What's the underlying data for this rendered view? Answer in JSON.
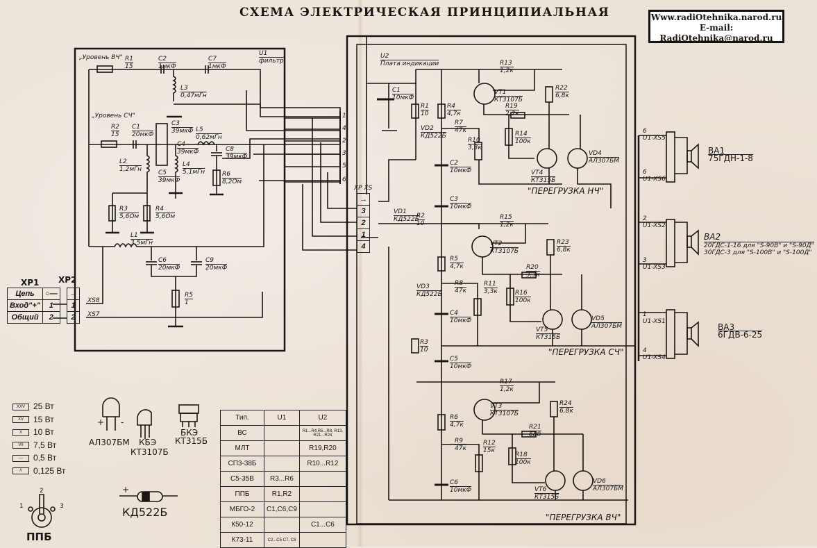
{
  "title": "СХЕМА ЭЛЕКТРИЧЕСКАЯ ПРИНЦИПИАЛЬНАЯ",
  "watermark": {
    "line1": "Www.radiOtehnika.narod.ru",
    "line2": "E-mail:",
    "line3": "RadiOtehnika@narod.ru"
  },
  "u1": {
    "name": "U1",
    "subtitle": "фильтр",
    "level_hf": "„Уровень ВЧ\"",
    "level_mf": "„Уровень СЧ\"",
    "pot_marks": {
      "p1": "1",
      "p2": "2",
      "p3": "3"
    },
    "components": [
      {
        "ref": "R1",
        "value": "15"
      },
      {
        "ref": "R2",
        "value": "15"
      },
      {
        "ref": "C2",
        "value": "1мкФ"
      },
      {
        "ref": "C7",
        "value": "1мкФ"
      },
      {
        "ref": "L3",
        "value": "0,47мГн"
      },
      {
        "ref": "C1",
        "value": "20мкФ"
      },
      {
        "ref": "C3",
        "value": "39мкФ"
      },
      {
        "ref": "C4",
        "value": "39мкФ"
      },
      {
        "ref": "C5",
        "value": "39мкФ"
      },
      {
        "ref": "L5",
        "value": "0,62мГн"
      },
      {
        "ref": "C8",
        "value": "39мкФ"
      },
      {
        "ref": "L2",
        "value": "1,2мГн"
      },
      {
        "ref": "L4",
        "value": "5,1мГн"
      },
      {
        "ref": "R6",
        "value": "8,2Ом"
      },
      {
        "ref": "R3",
        "value": "5,6Ом"
      },
      {
        "ref": "R4",
        "value": "5,6Ом"
      },
      {
        "ref": "L1",
        "value": "3,5мГн"
      },
      {
        "ref": "C6",
        "value": "20мкФ"
      },
      {
        "ref": "C9",
        "value": "20мкФ"
      },
      {
        "ref": "R5",
        "value": "1"
      }
    ],
    "out_pins": [
      "1",
      "4",
      "2",
      "3",
      "5",
      "6"
    ]
  },
  "xp1": {
    "name": "XP1",
    "rows": [
      {
        "label": "Цепь",
        "pin": "○—"
      },
      {
        "label": "Вход\"+\"",
        "pin": "1"
      },
      {
        "label": "Общий",
        "pin": "2"
      }
    ]
  },
  "xp2": {
    "name": "XP2",
    "pins": [
      "→",
      "1",
      "2"
    ],
    "xs8": "XS8",
    "xs7": "XS7"
  },
  "u2": {
    "name": "U2",
    "subtitle": "Плата индикации",
    "connector": {
      "name": "XP XS",
      "pins": [
        "→",
        "3",
        "2",
        "1",
        "4"
      ]
    },
    "components": [
      {
        "ref": "C1",
        "value": "10мкФ"
      },
      {
        "ref": "R1",
        "value": "10"
      },
      {
        "ref": "VD2",
        "value": "КД522Б"
      },
      {
        "ref": "R4",
        "value": "4,7к"
      },
      {
        "ref": "R7",
        "value": "47к"
      },
      {
        "ref": "R10",
        "value": "3,3к"
      },
      {
        "ref": "C2",
        "value": "10мкФ"
      },
      {
        "ref": "C3",
        "value": "10мкФ"
      },
      {
        "ref": "R13",
        "value": "1,2к"
      },
      {
        "ref": "VT1",
        "value": "КТ3107Б"
      },
      {
        "ref": "R22",
        "value": "6,8к"
      },
      {
        "ref": "R19",
        "value": "2,2к"
      },
      {
        "ref": "R14",
        "value": "100к"
      },
      {
        "ref": "VT4",
        "value": "КТ315Б"
      },
      {
        "ref": "VD4",
        "value": "АЛ307БМ"
      },
      {
        "ref": "VD1",
        "value": "КД522Б"
      },
      {
        "ref": "R2",
        "value": "10"
      },
      {
        "ref": "R15",
        "value": "1,2к"
      },
      {
        "ref": "VT2",
        "value": "КТ3107Б"
      },
      {
        "ref": "R23",
        "value": "6,8к"
      },
      {
        "ref": "R5",
        "value": "4,7к"
      },
      {
        "ref": "R20",
        "value": "3,3к"
      },
      {
        "ref": "R8",
        "value": "47к"
      },
      {
        "ref": "R11",
        "value": "3,3к"
      },
      {
        "ref": "R16",
        "value": "100к"
      },
      {
        "ref": "VD3",
        "value": "КД522Б"
      },
      {
        "ref": "C4",
        "value": "10мкФ"
      },
      {
        "ref": "VT5",
        "value": "КТ315Б"
      },
      {
        "ref": "VD5",
        "value": "АЛ307БМ"
      },
      {
        "ref": "R3",
        "value": "10"
      },
      {
        "ref": "C5",
        "value": "10мкФ"
      },
      {
        "ref": "R17",
        "value": "1,2к"
      },
      {
        "ref": "VT3",
        "value": "КТ3107Б"
      },
      {
        "ref": "R24",
        "value": "6,8к"
      },
      {
        "ref": "R6",
        "value": "4,7к"
      },
      {
        "ref": "R21",
        "value": "680"
      },
      {
        "ref": "R9",
        "value": "47к"
      },
      {
        "ref": "R12",
        "value": "15к"
      },
      {
        "ref": "R18",
        "value": "100к"
      },
      {
        "ref": "C6",
        "value": "10мкФ"
      },
      {
        "ref": "VT6",
        "value": "КТ315Б"
      },
      {
        "ref": "VD6",
        "value": "АЛ307БМ"
      }
    ],
    "overload_lf": "\"ПЕРЕГРУЗКА НЧ\"",
    "overload_mf": "\"ПЕРЕГРУЗКА СЧ\"",
    "overload_hf": "\"ПЕРЕГРУЗКА ВЧ\""
  },
  "speakers": [
    {
      "ref": "BA1",
      "model": "75ГДН-1-8",
      "note": "",
      "pin_top": "6",
      "pin_top_label": "U1-XS5",
      "pin_bot": "6",
      "pin_bot_label": "U1-XS6"
    },
    {
      "ref": "BA2",
      "model": "20ГДС-1-16 для \"S-90В\" и \"S-90Д\"",
      "note": "30ГДС-3 для \"S-100В\" и \"S-100Д\"",
      "pin_top": "2",
      "pin_top_label": "U1-XS2",
      "pin_bot": "3",
      "pin_bot_label": "U1-XS3"
    },
    {
      "ref": "BA3",
      "model": "6ГДВ-6-25",
      "note": "",
      "pin_top": "1",
      "pin_top_label": "U1-XS1",
      "pin_bot": "4",
      "pin_bot_label": "U1-XS4"
    }
  ],
  "power_legend": [
    {
      "mark": "XXV",
      "label": "25 Вт"
    },
    {
      "mark": "XV",
      "label": "15 Вт"
    },
    {
      "mark": "X",
      "label": "10 Вт"
    },
    {
      "mark": "VII",
      "label": "7,5 Вт"
    },
    {
      "mark": "—",
      "label": "0,5 Вт"
    },
    {
      "mark": "//",
      "label": "0,125 Вт"
    }
  ],
  "pinouts": {
    "led": {
      "name": "АЛ307БМ",
      "plus": "+",
      "minus": "-"
    },
    "kt3107": {
      "pins": "КБЭ",
      "name": "КТ3107Б"
    },
    "kt315": {
      "pins": "БКЭ",
      "name": "КТ315Б"
    },
    "diode": {
      "plus": "+",
      "name": "КД522Б"
    },
    "ppb": {
      "name": "ППБ",
      "p1": "1",
      "p2": "2",
      "p3": "3"
    }
  },
  "parts_table": {
    "headers": [
      "Тип.",
      "U1",
      "U2"
    ],
    "rows": [
      [
        "ВС",
        "",
        "R1...R4,R5...R8, R13, R21...R24"
      ],
      [
        "МЛТ",
        "",
        "R19,R20"
      ],
      [
        "СП3-38Б",
        "",
        "R10...R12"
      ],
      [
        "С5-35В",
        "R3...R6",
        ""
      ],
      [
        "ППБ",
        "R1,R2",
        ""
      ],
      [
        "МБГО-2",
        "C1,C6,C9",
        ""
      ],
      [
        "К50-12",
        "",
        "C1...C6"
      ],
      [
        "К73-11",
        "C2...C5 C7, C8",
        ""
      ]
    ]
  }
}
